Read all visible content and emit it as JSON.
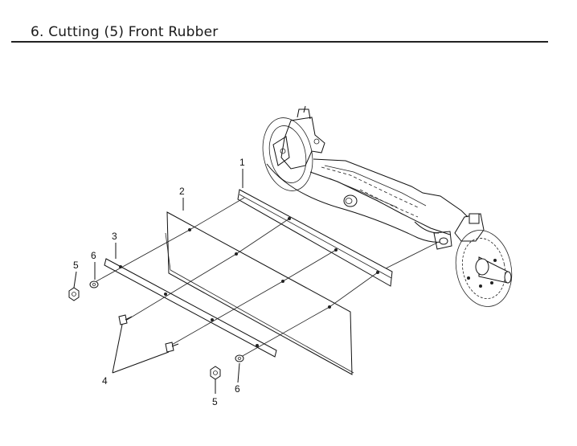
{
  "header": {
    "title": "6. Cutting (5) Front Rubber"
  },
  "callouts": {
    "c1": "1",
    "c2": "2",
    "c3": "3",
    "c4": "4",
    "c5a": "5",
    "c6a": "6",
    "c5b": "5",
    "c6b": "6"
  }
}
